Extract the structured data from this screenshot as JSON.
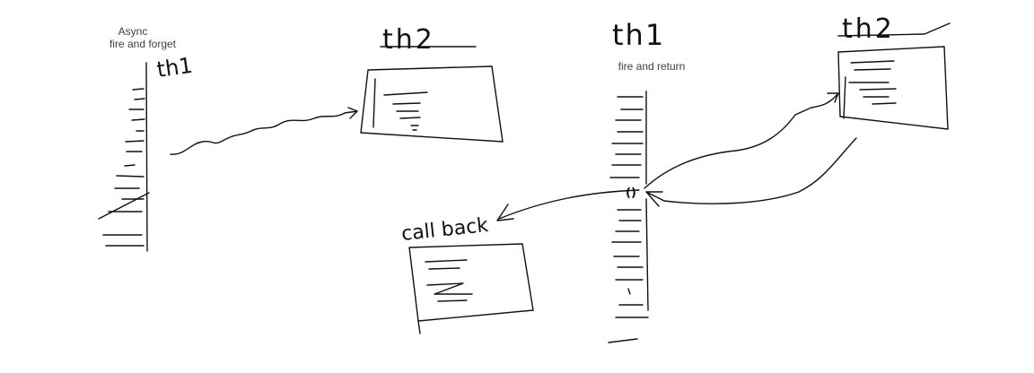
{
  "typed_labels": {
    "async_line1": "Async",
    "async_line2": "fire and forget",
    "fire_and_return": "fire and return"
  },
  "handwritten_labels": {
    "left_thread": "th1",
    "left_worker": "th2",
    "right_thread": "th1",
    "right_worker": "th2",
    "callback": "call back",
    "call_marker": "()"
  },
  "ink_color": "#111111",
  "text_color": "#404040"
}
